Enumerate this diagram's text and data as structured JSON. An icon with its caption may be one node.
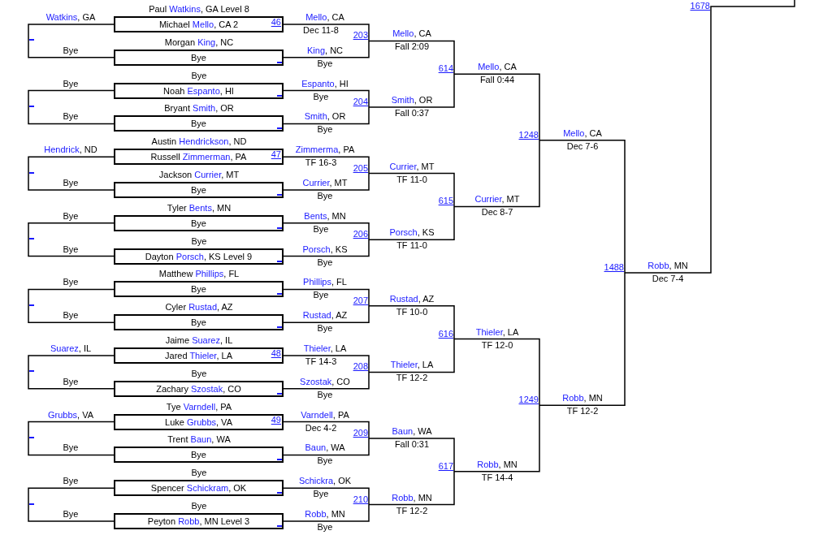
{
  "diagram": {
    "nodes": [
      {
        "text": [
          "Michael Mello, CA 2",
          "46"
        ]
      },
      {
        "text": [
          "Bye"
        ]
      },
      {
        "text": [
          "Noah Espanto, HI"
        ]
      },
      {
        "text": [
          "Bye"
        ]
      },
      {
        "text": [
          "Russell Zimmerman, PA",
          "47"
        ]
      },
      {
        "text": [
          "Bye"
        ]
      },
      {
        "text": [
          "Bye"
        ]
      },
      {
        "text": [
          "Dayton Porsch, KS Level 9"
        ]
      },
      {
        "text": [
          "Bye"
        ]
      },
      {
        "text": [
          "Bye"
        ]
      },
      {
        "text": [
          "Jared Thieler, LA",
          "48"
        ]
      },
      {
        "text": [
          "Zachary Szostak, CO"
        ]
      },
      {
        "text": [
          "Luke Grubbs, VA",
          "49"
        ]
      },
      {
        "text": [
          "Bye"
        ]
      },
      {
        "text": [
          "Spencer Schickram, OK"
        ]
      },
      {
        "text": [
          "Peyton Robb, MN Level 3"
        ]
      }
    ],
    "labels": [
      "Watkins, GA",
      "Bye",
      "Paul Watkins, GA Level 8",
      "Morgan King, NC",
      "Mello, CA",
      "Dec 11-8",
      "King, NC",
      "Bye",
      "203",
      "Bye",
      "Bye",
      "Bye",
      "Bryant Smith, OR",
      "Espanto, HI",
      "Bye",
      "Smith, OR",
      "Bye",
      "204",
      "Hendrick, ND",
      "Bye",
      "Austin Hendrickson, ND",
      "Jackson Currier, MT",
      "Zimmerma, PA",
      "TF 16-3",
      "Currier, MT",
      "Bye",
      "205",
      "Bye",
      "Bye",
      "Tyler Bents, MN",
      "Bye",
      "Bents, MN",
      "Bye",
      "Porsch, KS",
      "Bye",
      "206",
      "Bye",
      "Bye",
      "Matthew Phillips, FL",
      "Cyler Rustad, AZ",
      "Phillips, FL",
      "Bye",
      "Rustad, AZ",
      "Bye",
      "207",
      "Suarez, IL",
      "Bye",
      "Jaime Suarez, IL",
      "Bye",
      "Thieler, LA",
      "TF 14-3",
      "Szostak, CO",
      "Bye",
      "208",
      "Grubbs, VA",
      "Bye",
      "Tye Varndell, PA",
      "Trent Baun, WA",
      "Varndell, PA",
      "Dec 4-2",
      "Baun, WA",
      "Bye",
      "209",
      "Bye",
      "Bye",
      "Bye",
      "Bye",
      "Schickra, OK",
      "Bye",
      "Robb, MN",
      "Bye",
      "210",
      "Mello, CA",
      "Fall 2:09",
      "Smith, OR",
      "Fall 0:37",
      "Currier, MT",
      "TF 11-0",
      "Porsch, KS",
      "TF 11-0",
      "Rustad, AZ",
      "TF 10-0",
      "Thieler, LA",
      "TF 12-2",
      "Baun, WA",
      "Fall 0:31",
      "Robb, MN",
      "TF 12-2",
      "614",
      "Mello, CA",
      "Fall 0:44",
      "615",
      "Currier, MT",
      "Dec 8-7",
      "616",
      "Thieler, LA",
      "TF 12-0",
      "617",
      "Robb, MN",
      "TF 14-4",
      "1248",
      "Mello, CA",
      "Dec 7-6",
      "1249",
      "Robb, MN",
      "TF 12-2",
      "1488",
      "Robb, MN",
      "Dec 7-4",
      "1678"
    ]
  }
}
